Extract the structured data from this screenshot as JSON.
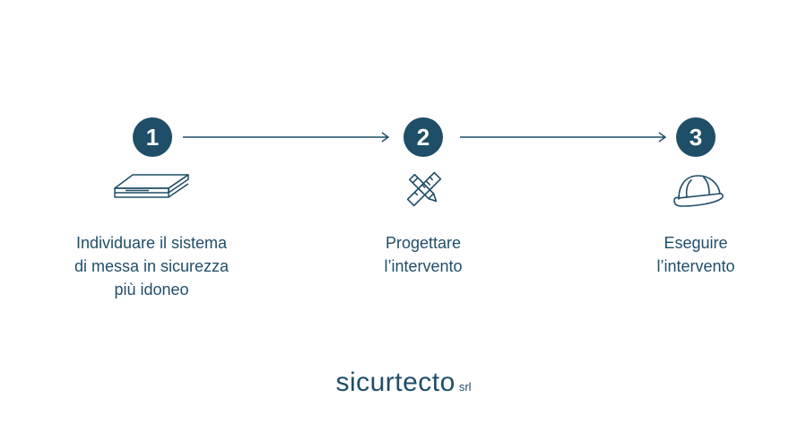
{
  "colors": {
    "primary": "#1f4e69",
    "background": "#ffffff"
  },
  "steps": [
    {
      "number": "1",
      "icon": "panel-layers-icon",
      "label_lines": [
        "Individuare il sistema",
        "di messa in sicurezza",
        "più idoneo"
      ]
    },
    {
      "number": "2",
      "icon": "ruler-pencil-icon",
      "label_lines": [
        "Progettare",
        "l’intervento"
      ]
    },
    {
      "number": "3",
      "icon": "hard-hat-icon",
      "label_lines": [
        "Eseguire",
        "l’intervento"
      ]
    }
  ],
  "brand": {
    "name": "sicurtecto",
    "suffix": "srl"
  }
}
